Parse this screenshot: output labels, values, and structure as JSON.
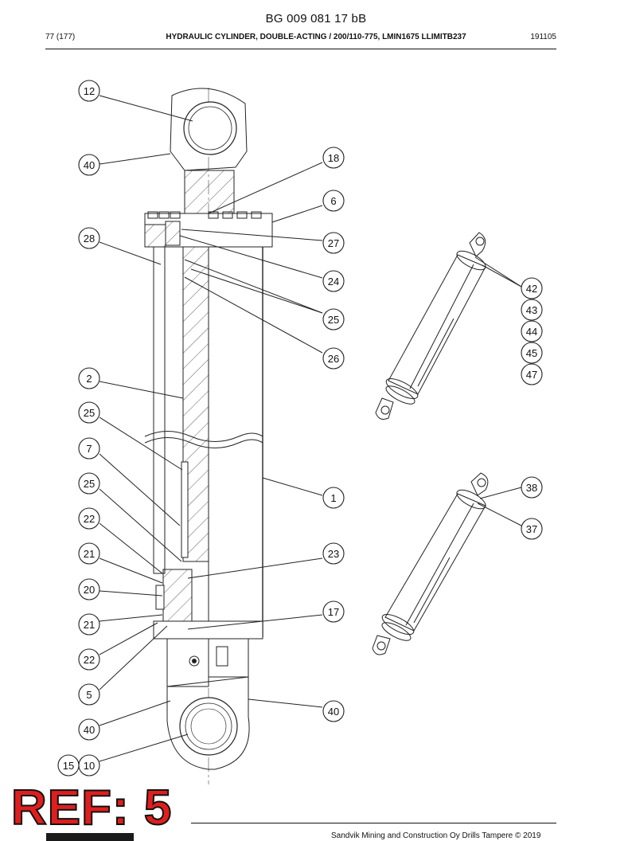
{
  "header": {
    "doc_id": "BG 009 081 17 bB",
    "page": "77 (177)",
    "title": "HYDRAULIC CYLINDER, DOUBLE-ACTING / 200/110-775, LMIN1675 LLIMITB237",
    "date_code": "191105"
  },
  "stamp": {
    "text": "REF: 5"
  },
  "footer": {
    "text": "Sandvik Mining and Construction Oy Drills Tampere © 2019"
  },
  "callouts": {
    "c12": "12",
    "c40a": "40",
    "c18": "18",
    "c6": "6",
    "c28": "28",
    "c27": "27",
    "c24": "24",
    "c25a": "25",
    "c26": "26",
    "c2": "2",
    "c25b": "25",
    "c7": "7",
    "c1": "1",
    "c25c": "25",
    "c22a": "22",
    "c23": "23",
    "c21a": "21",
    "c20": "20",
    "c17": "17",
    "c21b": "21",
    "c22b": "22",
    "c5": "5",
    "c40b": "40",
    "c40c": "40",
    "c15": "15",
    "c10": "10",
    "c42": "42",
    "c43": "43",
    "c44": "44",
    "c45": "45",
    "c47": "47",
    "c38": "38",
    "c37": "37"
  }
}
